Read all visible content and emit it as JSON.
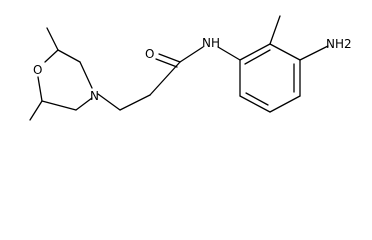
{
  "atoms": {
    "oxygen_ring": "O",
    "nitrogen_ring": "N",
    "oxygen_carbonyl": "O",
    "amide_nh": "NH",
    "amine": "NH2"
  }
}
